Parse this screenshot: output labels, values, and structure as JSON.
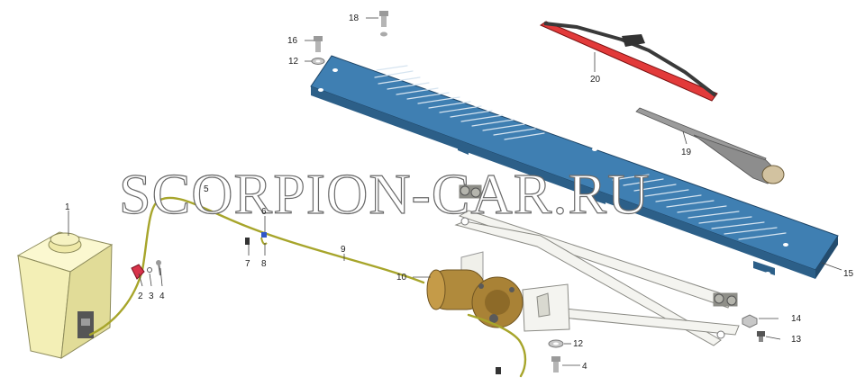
{
  "watermark": "SCORPION-CAR.RU",
  "callouts": {
    "c1": "1",
    "c2": "2",
    "c3": "3",
    "c4a": "4",
    "c4b": "4",
    "c5": "5",
    "c6": "6",
    "c7": "7",
    "c8": "8",
    "c9": "9",
    "c10": "10",
    "c12a": "12",
    "c12b": "12",
    "c13": "13",
    "c14": "14",
    "c15": "15",
    "c16": "16",
    "c18": "18",
    "c19": "19",
    "c20": "20"
  },
  "colors": {
    "panel": "#3f7fb2",
    "panel_dark": "#2c5f88",
    "tank": "#f3efb6",
    "hose": "#a7a52b",
    "motor": "#b08a3c",
    "blade": "#e23a3a",
    "linkage": "#f4f4f0"
  }
}
